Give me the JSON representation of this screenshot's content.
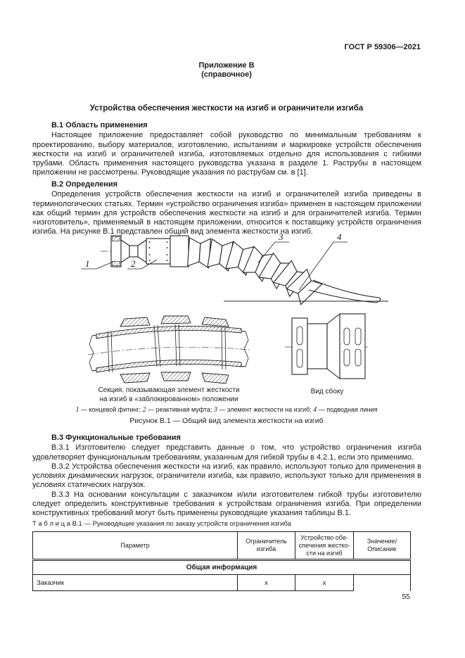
{
  "header": {
    "doc_code": "ГОСТ Р 59306—2021"
  },
  "annex": {
    "label": "Приложение В",
    "type": "(справочное)"
  },
  "title": "Устройства обеспечения жесткости на изгиб и ограничители изгиба",
  "sections": {
    "b1": {
      "heading": "В.1 Область применения",
      "p1": "Настоящее приложение предоставляет собой руководство по минимальным требованиям к проектированию, выбору материалов, изготовлению, испытаниям и маркировке устройств обеспечения жесткости на изгиб и ограничителей изгиба, изготовляемых отдельно для использования с гибкими трубами. Область применения настоящего руководства указана в разделе 1. Раструбы в настоящем приложении не рассмотрены. Руководящие указания по раструбам см. в [1]."
    },
    "b2": {
      "heading": "В.2 Определения",
      "p1": "Определения устройств обеспечения жесткости на изгиб и ограничителей изгиба приведены в терминологических статьях. Термин «устройство ограничения изгиба» применен в настоящем приложении как общий термин для устройств обеспечения жесткости на изгиб и для ограничителей изгиба. Термин «изготовитель», применяемый в настоящем приложении, относится к поставщику устройств ограничения изгиба. На рисунке В.1 представлен общий вид элемента жесткости на изгиб."
    },
    "b3": {
      "heading": "В.3 Функциональные требования",
      "p1": "В.3.1 Изготовителю следует представить данные о том, что устройство ограничения изгиба удовлетворяет функциональным требованиям, указанным для гибкой трубы в 4.2.1, если это применимо.",
      "p2": "В.3.2 Устройства обеспечения жесткости на изгиб, как правило, используют только для применения в условиях динамических нагрузок, ограничители изгиба, как правило, используют только для применения в условиях статических нагрузок.",
      "p3": "В.3.3 На основании консультации с заказчиком и/или изготовителем гибкой трубы изготовителю следует определить конструктивные требования к устройствам ограничения изгиба. При определении конструктивных требований могут быть применены руководящие указания таблицы В.1."
    }
  },
  "figure": {
    "callouts": [
      "1",
      "2",
      "3",
      "4"
    ],
    "legend": [
      {
        "num": "1",
        "text": " — концевой фитинг; "
      },
      {
        "num": "2",
        "text": " — реактивная муфта; "
      },
      {
        "num": "3",
        "text": " — элемент жесткости на изгиб; "
      },
      {
        "num": "4",
        "text": " — подводная линия"
      }
    ],
    "section_caption_line1": "Секция, показывающая элемент жесткости",
    "section_caption_line2": "на изгиб в «заблокированном» положении",
    "side_view_caption": "Вид сбоку",
    "caption": "Рисунок В.1 — Общий вид элемента жесткости на изгиб"
  },
  "table": {
    "caption": "Т а б л и ц а  В.1 — Руководящие указания по заказу устройств ограничения изгиба",
    "headers": {
      "param": "Параметр",
      "restrictor": "Ограничитель\nизгиба",
      "stiffener": "Устройство обе-\nспечения жестко-\nсти на изгиб",
      "value": "Значение/\nОписание"
    },
    "section_row": "Общая информация",
    "rows": [
      {
        "param": "Заказчик",
        "restrictor": "x",
        "stiffener": "x",
        "value": ""
      }
    ]
  },
  "page": {
    "number": "55"
  }
}
